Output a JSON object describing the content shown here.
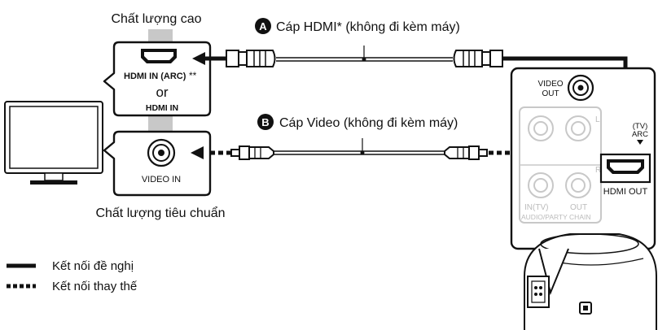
{
  "tv": {
    "quality_high": "Chất lượng cao",
    "quality_standard": "Chất lượng tiêu chuẩn",
    "hdmi_in_arc": "HDMI IN (ARC)",
    "double_asterisk": "**",
    "or": "or",
    "hdmi_in": "HDMI IN",
    "video_in": "VIDEO IN"
  },
  "cables": {
    "hdmi": {
      "badge": "A",
      "label": "Cáp HDMI* (không đi kèm máy)"
    },
    "video": {
      "badge": "B",
      "label": "Cáp Video (không đi kèm máy)"
    }
  },
  "speaker": {
    "video_out": "VIDEO\nOUT",
    "video_out_line1": "VIDEO",
    "video_out_line2": "OUT",
    "r": "R",
    "l": "L",
    "in_tv": "IN(TV)",
    "out": "OUT",
    "audio_party_chain": "AUDIO/PARTY CHAIN",
    "tv_label": "(TV)",
    "arc_label": "ARC",
    "hdmi_out": "HDMI OUT"
  },
  "legend": {
    "recommended": "Kết nối đề nghị",
    "alternative": "Kết nối thay thế"
  }
}
